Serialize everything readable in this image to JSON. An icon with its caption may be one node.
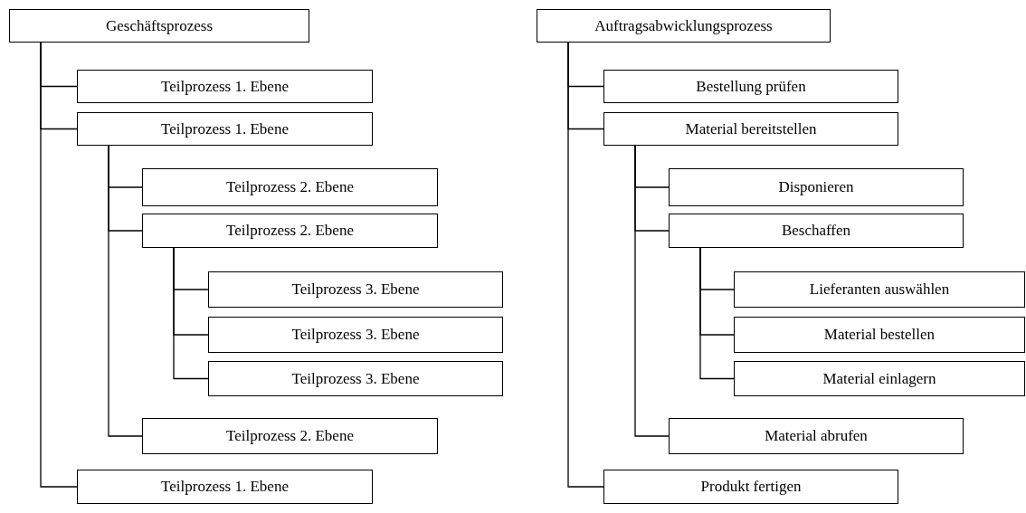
{
  "diagram": {
    "nodes": [
      {
        "text": [
          "Geschäftsprozess"
        ]
      },
      {
        "text": [
          "Teilprozess 1. Ebene"
        ]
      },
      {
        "text": [
          "Teilprozess 1. Ebene"
        ]
      },
      {
        "text": [
          "Teilprozess 2. Ebene"
        ]
      },
      {
        "text": [
          "Teilprozess 2. Ebene"
        ]
      },
      {
        "text": [
          "Teilprozess 3. Ebene"
        ]
      },
      {
        "text": [
          "Teilprozess 3. Ebene"
        ]
      },
      {
        "text": [
          "Teilprozess 3. Ebene"
        ]
      },
      {
        "text": [
          "Teilprozess 2. Ebene"
        ]
      },
      {
        "text": [
          "Teilprozess 1. Ebene"
        ]
      },
      {
        "text": [
          "Auftragsabwicklungsprozess"
        ]
      },
      {
        "text": [
          "Bestellung prüfen"
        ]
      },
      {
        "text": [
          "Material bereitstellen"
        ]
      },
      {
        "text": [
          "Disponieren"
        ]
      },
      {
        "text": [
          "Beschaffen"
        ]
      },
      {
        "text": [
          "Lieferanten auswählen"
        ]
      },
      {
        "text": [
          "Material bestellen"
        ]
      },
      {
        "text": [
          "Material einlagern"
        ]
      },
      {
        "text": [
          "Material abrufen"
        ]
      },
      {
        "text": [
          "Produkt fertigen"
        ]
      }
    ],
    "edges": [
      {
        "from": 0,
        "to": 1,
        "arrow": "none"
      },
      {
        "from": 0,
        "to": 2,
        "arrow": "none"
      },
      {
        "from": 2,
        "to": 3,
        "arrow": "none"
      },
      {
        "from": 2,
        "to": 4,
        "arrow": "none"
      },
      {
        "from": 4,
        "to": 5,
        "arrow": "none"
      },
      {
        "from": 4,
        "to": 6,
        "arrow": "none"
      },
      {
        "from": 4,
        "to": 7,
        "arrow": "none"
      },
      {
        "from": 2,
        "to": 8,
        "arrow": "none"
      },
      {
        "from": 0,
        "to": 9,
        "arrow": "none"
      },
      {
        "from": 10,
        "to": 11,
        "arrow": "none"
      },
      {
        "from": 10,
        "to": 12,
        "arrow": "none"
      },
      {
        "from": 12,
        "to": 13,
        "arrow": "none"
      },
      {
        "from": 12,
        "to": 14,
        "arrow": "none"
      },
      {
        "from": 14,
        "to": 15,
        "arrow": "none"
      },
      {
        "from": 14,
        "to": 16,
        "arrow": "none"
      },
      {
        "from": 14,
        "to": 17,
        "arrow": "none"
      },
      {
        "from": 12,
        "to": 18,
        "arrow": "none"
      },
      {
        "from": 10,
        "to": 19,
        "arrow": "none"
      }
    ]
  }
}
